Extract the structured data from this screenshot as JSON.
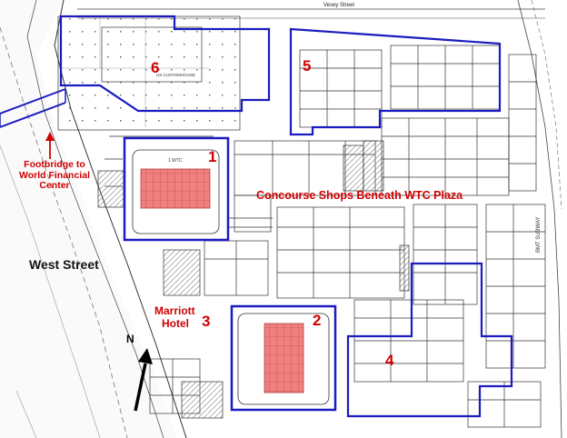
{
  "street_labels": {
    "vesey": "Vesey Street",
    "west_street": "West Street",
    "bmt_subway": "BMT SUBWAY"
  },
  "plan_labels": {
    "one_wtc": "1 WTC",
    "custom_house": "US CUSTOMHOUSE"
  },
  "annotations": {
    "footbridge_line1": "Footbridge to",
    "footbridge_line2": "World Financial",
    "footbridge_line3": "Center",
    "concourse": "Concourse Shops Beneath WTC Plaza",
    "marriott_line1": "Marriott",
    "marriott_line2": "Hotel",
    "north": "N"
  },
  "buildings": [
    {
      "id": "1",
      "label": "1"
    },
    {
      "id": "2",
      "label": "2"
    },
    {
      "id": "3",
      "label": "3"
    },
    {
      "id": "4",
      "label": "4"
    },
    {
      "id": "5",
      "label": "5"
    },
    {
      "id": "6",
      "label": "6"
    }
  ],
  "colors": {
    "outline": "#1b1bbf",
    "label": "#d00000",
    "core_fill": "#f08080",
    "linework": "#333333"
  }
}
